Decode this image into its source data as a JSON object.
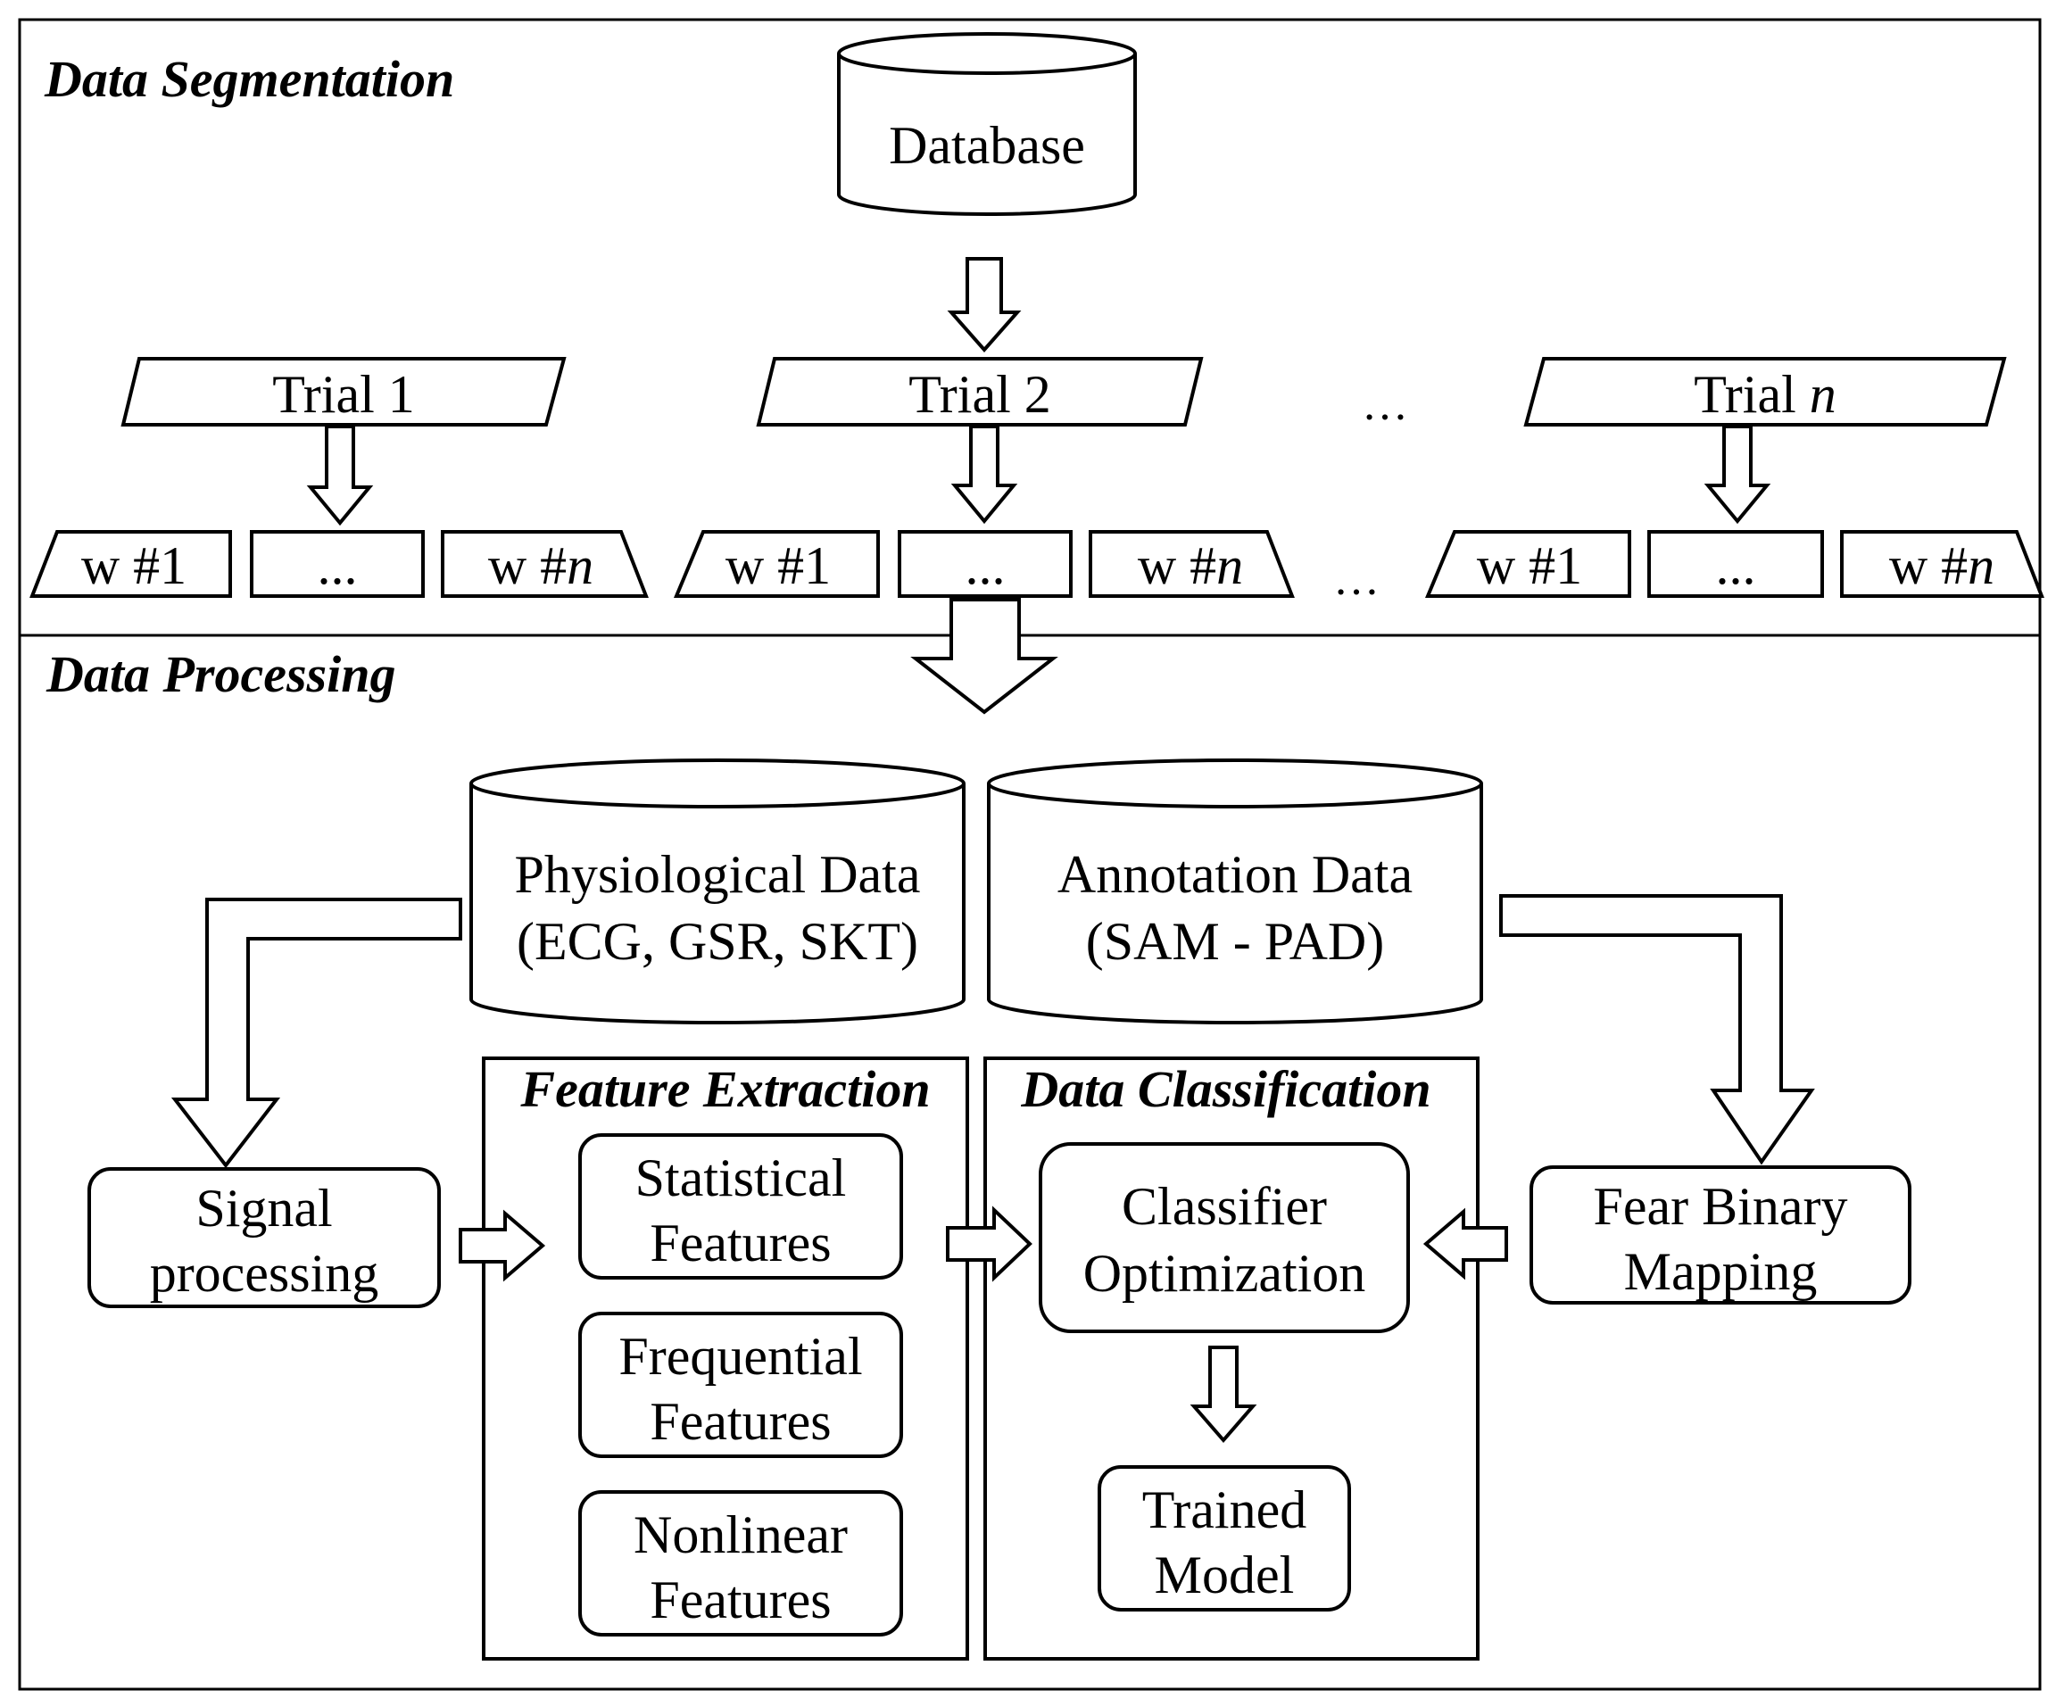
{
  "sections": {
    "segmentation": "Data Segmentation",
    "processing": "Data Processing",
    "feature_extraction": "Feature Extraction",
    "data_classification": "Data Classification"
  },
  "database": "Database",
  "trials": [
    {
      "prefix": "Trial ",
      "suffix": "1"
    },
    {
      "prefix": "Trial ",
      "suffix": "2"
    },
    {
      "prefix": "Trial ",
      "suffix": "n"
    }
  ],
  "window_first": "w #1",
  "window_mid": "...",
  "window_last_prefix": "w #",
  "window_last_suffix": "n",
  "ellipsis": "…",
  "physiological": {
    "line1": "Physiological Data",
    "line2": "(ECG, GSR, SKT)"
  },
  "annotation": {
    "line1": "Annotation Data",
    "line2": "(SAM - PAD)"
  },
  "signal_processing": {
    "line1": "Signal",
    "line2": "processing"
  },
  "features": {
    "statistical": {
      "line1": "Statistical",
      "line2": "Features"
    },
    "frequential": {
      "line1": "Frequential",
      "line2": "Features"
    },
    "nonlinear": {
      "line1": "Nonlinear",
      "line2": "Features"
    }
  },
  "classifier": {
    "line1": "Classifier",
    "line2": "Optimization"
  },
  "trained_model": {
    "line1": "Trained",
    "line2": "Model"
  },
  "fear_mapping": {
    "line1": "Fear Binary",
    "line2": "Mapping"
  }
}
